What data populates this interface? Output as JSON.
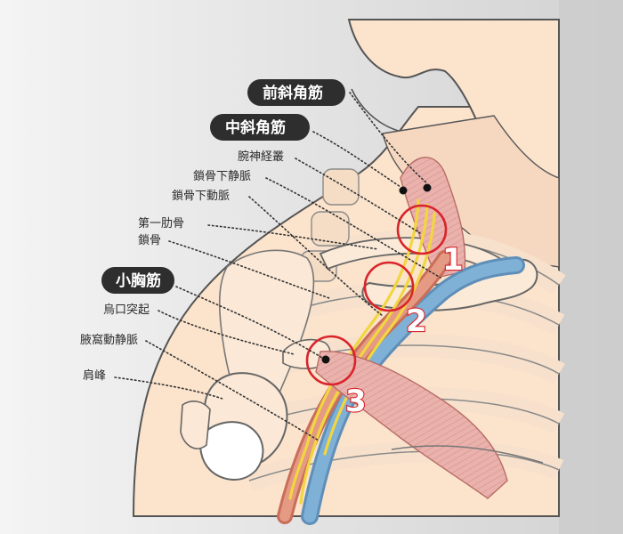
{
  "title_labels": {
    "anterior_scalene": "前斜角筋",
    "middle_scalene": "中斜角筋",
    "pectoralis_minor": "小胸筋"
  },
  "labels": {
    "brachial_plexus": "腕神経叢",
    "subclavian_vein": "鎖骨下静脈",
    "subclavian_artery": "鎖骨下動脈",
    "first_rib": "第一肋骨",
    "clavicle": "鎖骨",
    "coracoid_process": "烏口突起",
    "axillary_vessels": "腋窩動静脈",
    "acromion": "肩峰"
  },
  "sites": [
    "1",
    "2",
    "3"
  ],
  "colors": {
    "background": "#e6e6e6",
    "skin": "#fbe3cc",
    "outline": "#555555",
    "bone": "#fcead8",
    "muscle": "#e9a8a3",
    "artery": "#e08770",
    "vein": "#6b9fc8",
    "nerve": "#f4e06a",
    "circle": "#d9242b",
    "label_box": "#2e2e2e"
  }
}
